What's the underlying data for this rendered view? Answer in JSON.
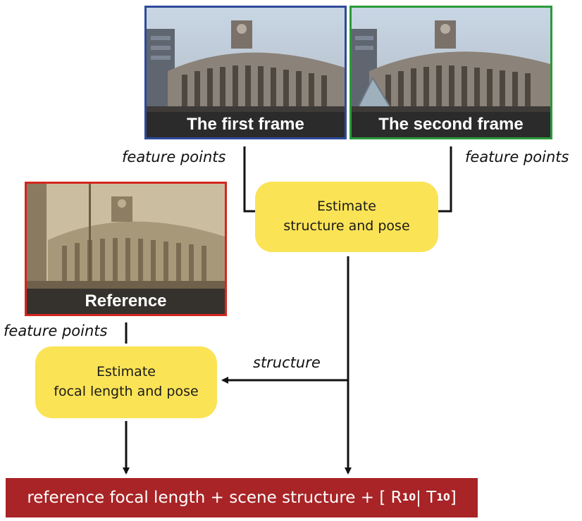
{
  "photos": {
    "first": {
      "caption": "The first frame"
    },
    "second": {
      "caption": "The second frame"
    },
    "reference": {
      "caption": "Reference"
    }
  },
  "labels": {
    "fp_left": "feature points",
    "fp_right": "feature points",
    "fp_reference": "feature points",
    "structure": "structure"
  },
  "steps": {
    "structure_pose": {
      "line1": "Estimate",
      "line2": "structure and pose"
    },
    "focal_pose": {
      "line1": "Estimate",
      "line2": "focal length and pose"
    }
  },
  "output": {
    "prefix": "reference focal length + scene structure + [ R",
    "sub1": "10",
    "middle": " | T",
    "sub2": "10",
    "suffix": " ]"
  },
  "colors": {
    "first_frame_border": "#2e4a9a",
    "second_frame_border": "#2a9a3a",
    "reference_border": "#d4261e",
    "step_fill": "#fbe356",
    "output_fill": "#a82426"
  }
}
